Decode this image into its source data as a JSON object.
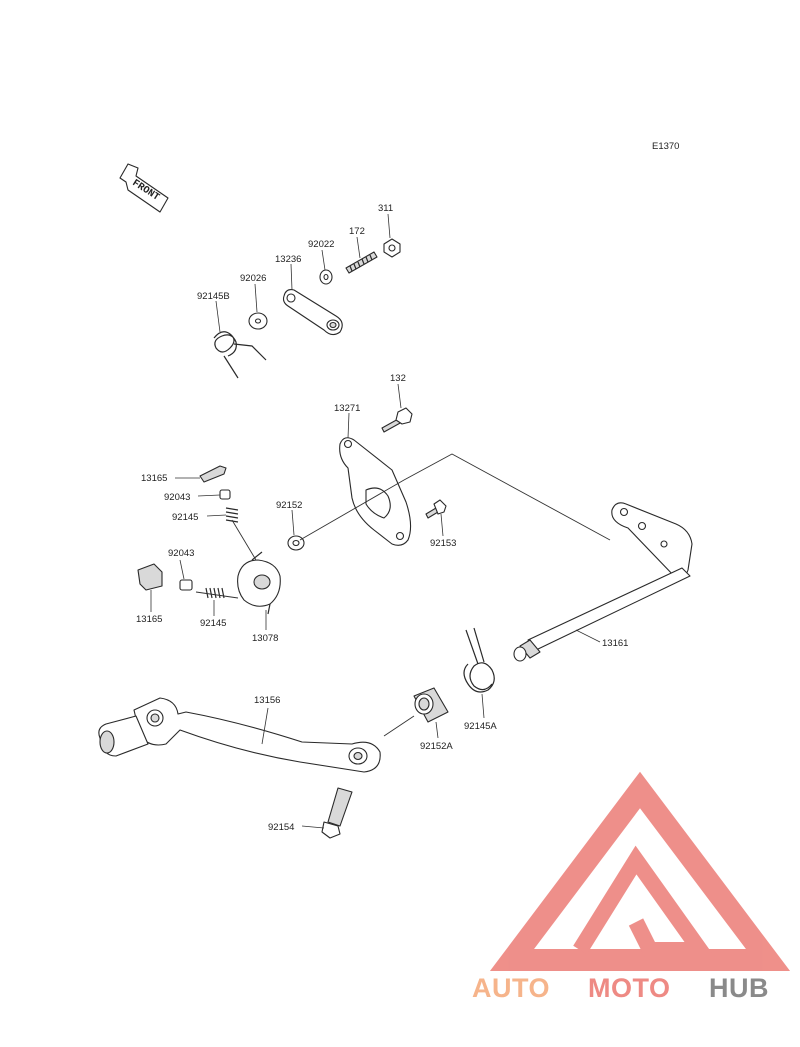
{
  "diagram_code": "E1370",
  "front_label": "FRONT",
  "parts": {
    "p311": "311",
    "p172": "172",
    "p92022": "92022",
    "p13236": "13236",
    "p92026": "92026",
    "p92145B": "92145B",
    "p132": "132",
    "p13271": "13271",
    "p13165a": "13165",
    "p92043a": "92043",
    "p92145a": "92145",
    "p92152": "92152",
    "p92153": "92153",
    "p92043b": "92043",
    "p13165b": "13165",
    "p92145b": "92145",
    "p13078": "13078",
    "p13161": "13161",
    "p13156": "13156",
    "p92145A": "92145A",
    "p92152A": "92152A",
    "p92154": "92154"
  },
  "watermark": {
    "part1": "AUTO",
    "part2": "MOTO",
    "part3": "HUB",
    "color_light": "#f6b48b",
    "color_red": "#ee8a84",
    "color_grey": "#8a8a8a"
  }
}
